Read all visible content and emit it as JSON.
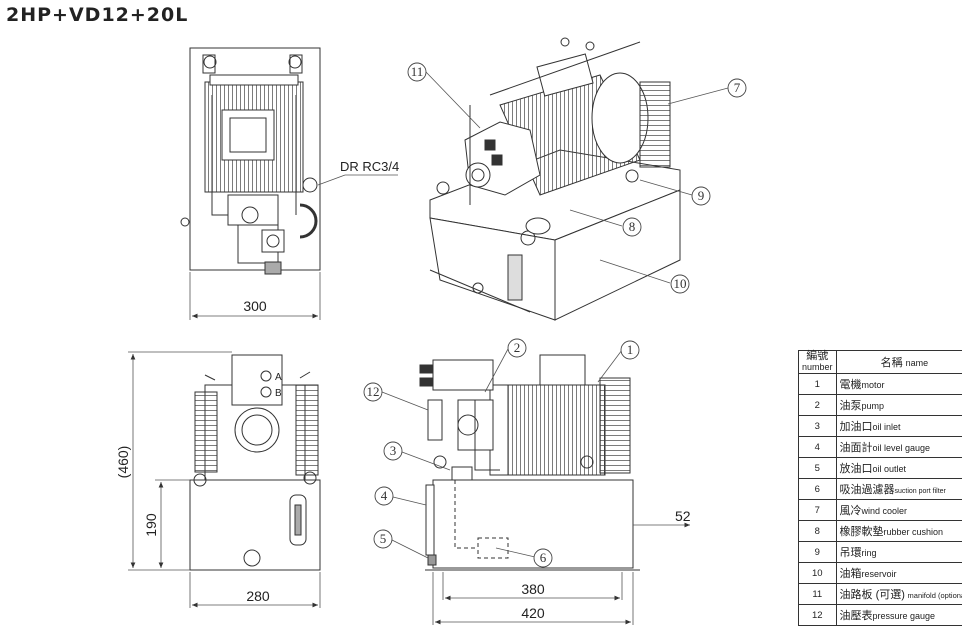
{
  "title": "2HP+VD12+20L",
  "top_view": {
    "width_label": "300",
    "port_label": "DR RC3/4"
  },
  "side_view": {
    "height_total_label": "(460)",
    "height_tank_label": "190",
    "width_label": "280",
    "gauge_text": {
      "a": "A",
      "b": "B"
    }
  },
  "front_view": {
    "length_inner_label": "380",
    "length_outer_label": "420",
    "offset_label": "52"
  },
  "callouts": [
    "1",
    "2",
    "3",
    "4",
    "5",
    "6",
    "7",
    "8",
    "9",
    "10",
    "11",
    "12"
  ],
  "table": {
    "header_num_top": "編號",
    "header_num_bottom": "number",
    "header_name_zh": "名稱",
    "header_name_en": "name",
    "rows": [
      {
        "num": "1",
        "zh": "電機",
        "en": "motor"
      },
      {
        "num": "2",
        "zh": "油泵",
        "en": "pump"
      },
      {
        "num": "3",
        "zh": "加油口",
        "en": "oil inlet"
      },
      {
        "num": "4",
        "zh": "油面計",
        "en": "oil level gauge"
      },
      {
        "num": "5",
        "zh": "放油口",
        "en": "oil outlet"
      },
      {
        "num": "6",
        "zh": "吸油過濾器",
        "en": "suction port filter"
      },
      {
        "num": "7",
        "zh": "風冷",
        "en": "wind cooler"
      },
      {
        "num": "8",
        "zh": "橡膠軟墊",
        "en": "rubber cushion"
      },
      {
        "num": "9",
        "zh": "吊環",
        "en": "ring"
      },
      {
        "num": "10",
        "zh": "油箱",
        "en": "reservoir"
      },
      {
        "num": "11",
        "zh": "油路板 (可選)",
        "en": "manifold (optional)"
      },
      {
        "num": "12",
        "zh": "油壓表",
        "en": "pressure gauge"
      }
    ]
  }
}
